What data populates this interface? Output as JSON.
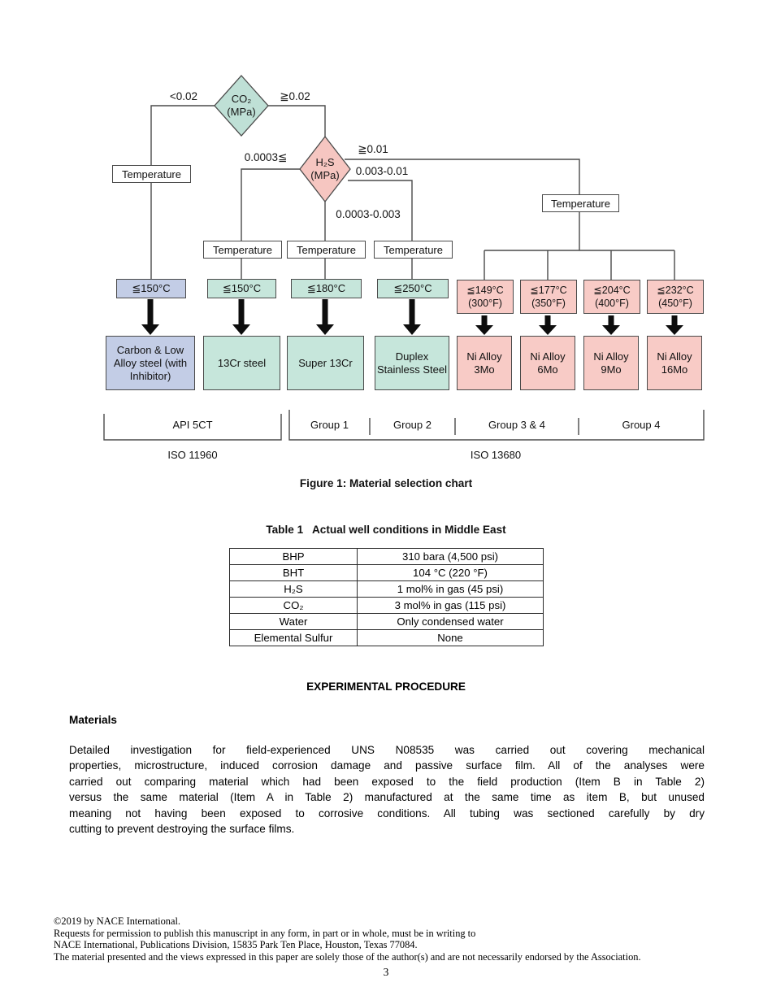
{
  "page": {
    "number": "3"
  },
  "figure": {
    "caption": "Figure 1: Material selection chart",
    "temperature_label": "Temperature",
    "co2_diamond": {
      "line1": "CO₂",
      "line2": "(MPa)"
    },
    "h2s_diamond": {
      "line1": "H₂S",
      "line2": "(MPa)"
    },
    "conditions": {
      "co2_low": "<0.02",
      "co2_high": "≧0.02",
      "h2s_left": "0.0003≦",
      "h2s_top_right": "≧0.01",
      "h2s_right": "0.003-0.01",
      "h2s_bottom": "0.0003-0.003"
    },
    "temp_limits_c": [
      "≦150°C",
      "≦150°C",
      "≦180°C",
      "≦250°C"
    ],
    "temp_limits_cf": [
      {
        "c": "≦149°C",
        "f": "(300°F)"
      },
      {
        "c": "≦177°C",
        "f": "(350°F)"
      },
      {
        "c": "≦204°C",
        "f": "(400°F)"
      },
      {
        "c": "≦232°C",
        "f": "(450°F)"
      }
    ],
    "materials": [
      "Carbon & Low Alloy steel (with Inhibitor)",
      "13Cr steel",
      "Super 13Cr",
      "Duplex Stainless Steel",
      "Ni Alloy 3Mo",
      "Ni Alloy 6Mo",
      "Ni Alloy 9Mo",
      "Ni Alloy 16Mo"
    ],
    "groups": [
      "API 5CT",
      "Group 1",
      "Group 2",
      "Group 3 & 4",
      "Group 4"
    ],
    "standards": [
      "ISO 11960",
      "ISO 13680"
    ],
    "colors": {
      "teal": "#c6e6db",
      "teal_diamond": "#bfe0d6",
      "pink": "#f8cbc6",
      "pink_diamond": "#f6c6c1",
      "blue": "#c3cde6",
      "line": "#4a4a4a",
      "arrow": "#0d0d0d"
    }
  },
  "table": {
    "caption": "Table 1   Actual well conditions in Middle East",
    "rows": [
      {
        "label": "BHP",
        "value": "310 bara (4,500 psi)"
      },
      {
        "label": "BHT",
        "value": "104 °C (220 °F)"
      },
      {
        "label": "H₂S",
        "value": "1 mol% in gas (45 psi)"
      },
      {
        "label": "CO₂",
        "value": "3 mol% in gas (115 psi)"
      },
      {
        "label": "Water",
        "value": "Only condensed water"
      },
      {
        "label": "Elemental Sulfur",
        "value": "None"
      }
    ]
  },
  "sections": {
    "heading": "EXPERIMENTAL PROCEDURE",
    "subheading": "Materials",
    "paragraph_lines": [
      "Detailed investigation for field-experienced UNS N08535 was carried out covering mechanical",
      "properties, microstructure, induced corrosion damage and passive surface film. All of the analyses were",
      "carried out comparing material which had been exposed to the field production (Item B in Table 2)",
      "versus the same material (Item A in Table 2) manufactured at the same time as item B, but unused",
      "meaning not having been exposed to corrosive conditions.  All tubing was sectioned carefully by dry",
      "cutting to prevent destroying the surface films."
    ]
  },
  "footer": {
    "lines": [
      "©2019 by NACE International.",
      "Requests for permission to publish this manuscript in any form, in part or in whole, must be in writing to",
      "NACE International, Publications Division, 15835 Park Ten Place, Houston, Texas 77084.",
      "The material presented and the views expressed in this paper are solely those of the author(s) and are not necessarily endorsed by the Association."
    ]
  }
}
